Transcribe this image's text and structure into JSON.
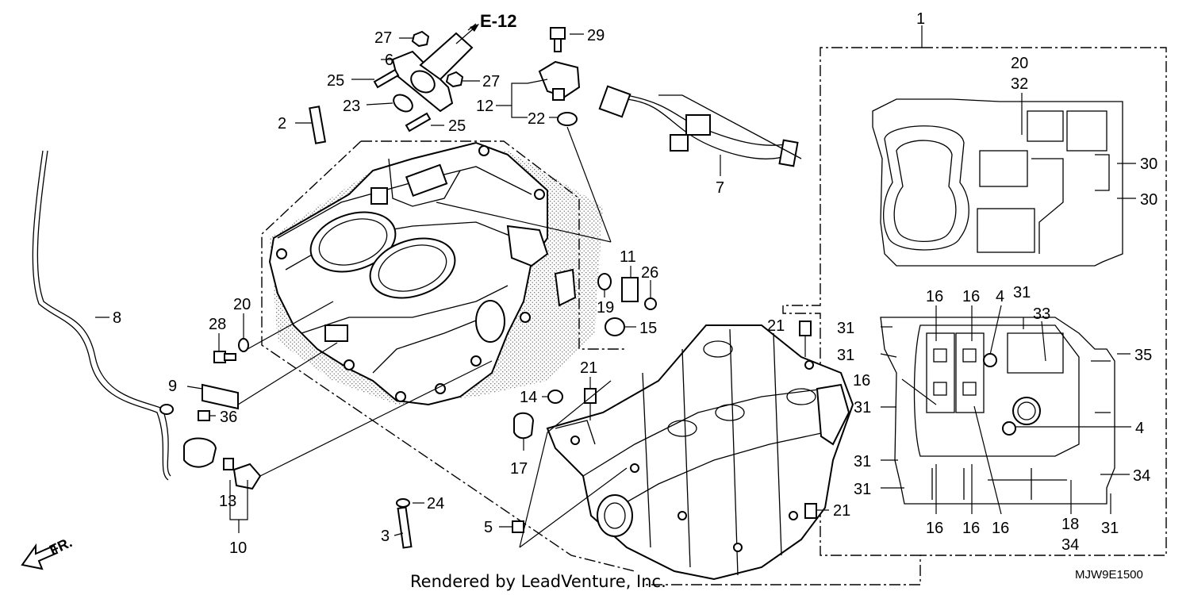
{
  "reference": {
    "label": "E-12"
  },
  "credit": {
    "text": "Rendered by LeadVenture, Inc."
  },
  "diagram_code": {
    "text": "MJW9E1500"
  },
  "front_marker": {
    "label": "FR."
  },
  "callouts": [
    {
      "id": "c1",
      "text": "1"
    },
    {
      "id": "c20a",
      "text": "20"
    },
    {
      "id": "c32",
      "text": "32"
    },
    {
      "id": "c30a",
      "text": "30"
    },
    {
      "id": "c30b",
      "text": "30"
    },
    {
      "id": "c27a",
      "text": "27"
    },
    {
      "id": "c6",
      "text": "6"
    },
    {
      "id": "c27b",
      "text": "27"
    },
    {
      "id": "c25a",
      "text": "25"
    },
    {
      "id": "c23",
      "text": "23"
    },
    {
      "id": "c25b",
      "text": "25"
    },
    {
      "id": "c2",
      "text": "2"
    },
    {
      "id": "c29",
      "text": "29"
    },
    {
      "id": "c12",
      "text": "12"
    },
    {
      "id": "c22",
      "text": "22"
    },
    {
      "id": "c7",
      "text": "7"
    },
    {
      "id": "c11",
      "text": "11"
    },
    {
      "id": "c26",
      "text": "26"
    },
    {
      "id": "c19",
      "text": "19"
    },
    {
      "id": "c15",
      "text": "15"
    },
    {
      "id": "c8",
      "text": "8"
    },
    {
      "id": "c20b",
      "text": "20"
    },
    {
      "id": "c28",
      "text": "28"
    },
    {
      "id": "c9",
      "text": "9"
    },
    {
      "id": "c36",
      "text": "36"
    },
    {
      "id": "c13",
      "text": "13"
    },
    {
      "id": "c10",
      "text": "10"
    },
    {
      "id": "c21a",
      "text": "21"
    },
    {
      "id": "c21b",
      "text": "21"
    },
    {
      "id": "c14",
      "text": "14"
    },
    {
      "id": "c17",
      "text": "17"
    },
    {
      "id": "c24",
      "text": "24"
    },
    {
      "id": "c3",
      "text": "3"
    },
    {
      "id": "c5",
      "text": "5"
    },
    {
      "id": "c21c",
      "text": "21"
    },
    {
      "id": "c16a",
      "text": "16"
    },
    {
      "id": "c16b",
      "text": "16"
    },
    {
      "id": "c4a",
      "text": "4"
    },
    {
      "id": "c31a",
      "text": "31"
    },
    {
      "id": "c33",
      "text": "33"
    },
    {
      "id": "c31b",
      "text": "31"
    },
    {
      "id": "c31c",
      "text": "31"
    },
    {
      "id": "c35",
      "text": "35"
    },
    {
      "id": "c16c",
      "text": "16"
    },
    {
      "id": "c31d",
      "text": "31"
    },
    {
      "id": "c4b",
      "text": "4"
    },
    {
      "id": "c31e",
      "text": "31"
    },
    {
      "id": "c34a",
      "text": "34"
    },
    {
      "id": "c31f",
      "text": "31"
    },
    {
      "id": "c16d",
      "text": "16"
    },
    {
      "id": "c16e",
      "text": "16"
    },
    {
      "id": "c16f",
      "text": "16"
    },
    {
      "id": "c18",
      "text": "18"
    },
    {
      "id": "c34b",
      "text": "34"
    },
    {
      "id": "c31g",
      "text": "31"
    }
  ]
}
